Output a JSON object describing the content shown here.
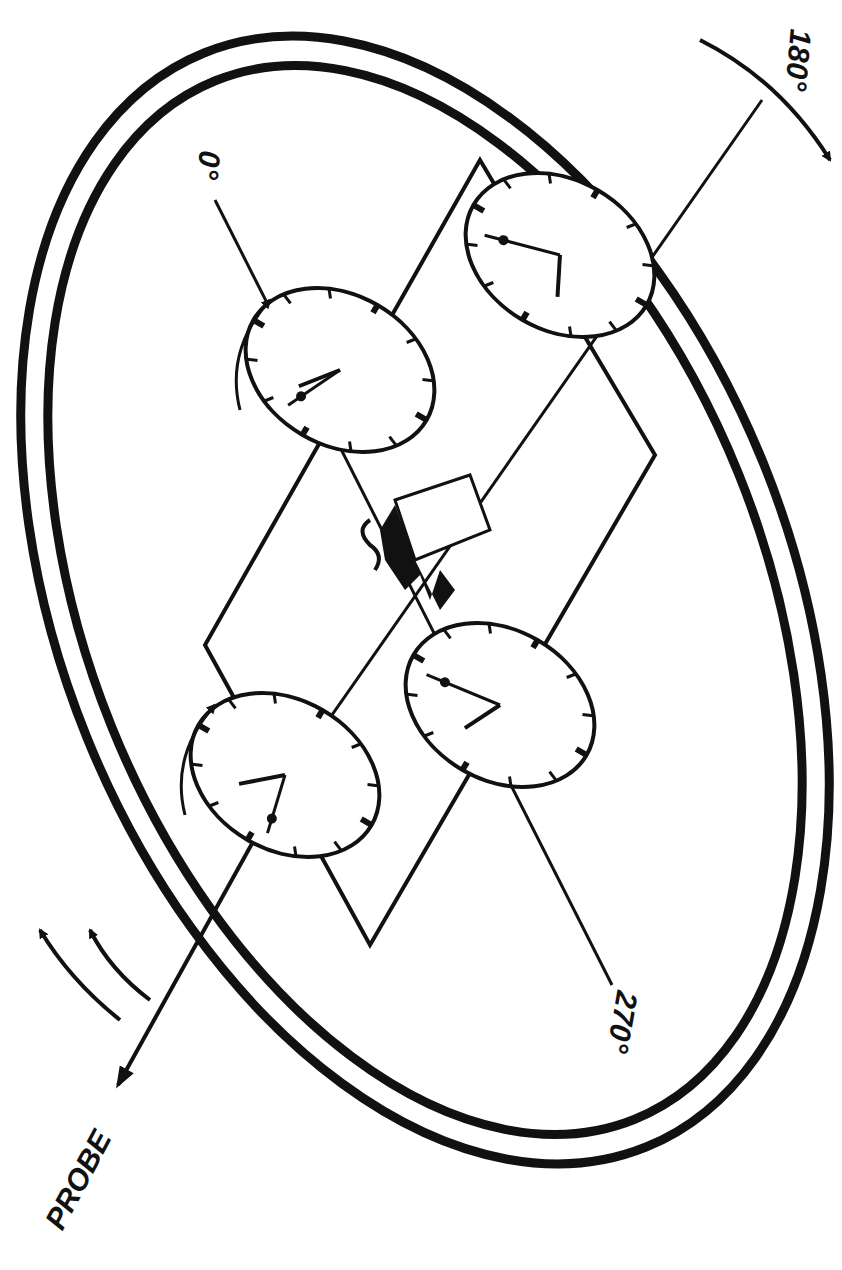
{
  "diagram": {
    "labels": [
      "PROBE",
      "0°",
      "180°",
      "270°"
    ]
  }
}
